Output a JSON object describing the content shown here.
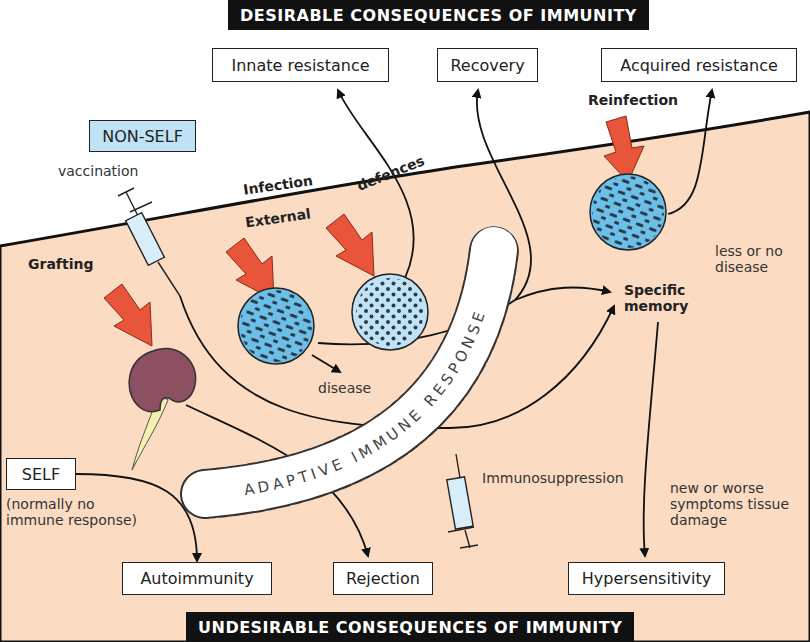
{
  "diagram": {
    "title": "DESIRABLE CONSEQUENCES OF IMMUNITY",
    "caption": "UNDESIRABLE CONSEQUENCES OF IMMUNITY",
    "nodes": [
      {
        "text": [
          "Innate resistance"
        ]
      },
      {
        "text": [
          "Recovery"
        ]
      },
      {
        "text": [
          "Acquired resistance"
        ]
      },
      {
        "text": [
          "NON-SELF"
        ]
      },
      {
        "text": [
          "ADAPTIVE IMMUNE RESPONSE"
        ]
      },
      {
        "text": [
          "SELF"
        ]
      },
      {
        "text": [
          "Autoimmunity"
        ]
      },
      {
        "text": [
          "Rejection"
        ]
      },
      {
        "text": [
          "Hypersensitivity"
        ]
      }
    ],
    "edges": [
      {
        "from": 5,
        "to": 6,
        "arrow": "to"
      }
    ],
    "labels": [
      "vaccination",
      "Grafting",
      "Infection",
      "External",
      "defences",
      "Reinfection",
      "disease",
      "Specific memory",
      "less or no disease",
      "Immunosuppression",
      "new or worse symptoms tissue damage",
      "(normally no immune response)"
    ]
  }
}
